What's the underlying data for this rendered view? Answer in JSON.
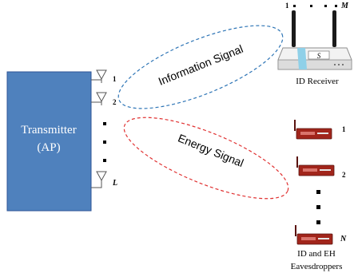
{
  "transmitter": {
    "line1": "Transmitter",
    "line2": "(AP)",
    "fill_color": "#4f81bd",
    "stroke_color": "#2f5597"
  },
  "antennas": {
    "label_1": "1",
    "label_2": "2",
    "label_L": "L"
  },
  "signals": {
    "information": "Information Signal",
    "energy": "Energy Signal",
    "information_color": "#2e75b6",
    "energy_color": "#e03030"
  },
  "receiver": {
    "antenna_label_1": "1",
    "antenna_label_M": "M",
    "router_mark": "S",
    "caption": "ID Receiver"
  },
  "eavesdroppers": {
    "label_1": "1",
    "label_2": "2",
    "label_N": "N",
    "caption_line1": "ID and EH",
    "caption_line2": "Eavesdroppers",
    "device_color": "#a1251b"
  },
  "icons": {
    "antenna": "antenna-icon",
    "router": "wireless-router-icon",
    "eavesdropper": "wireless-device-icon"
  }
}
